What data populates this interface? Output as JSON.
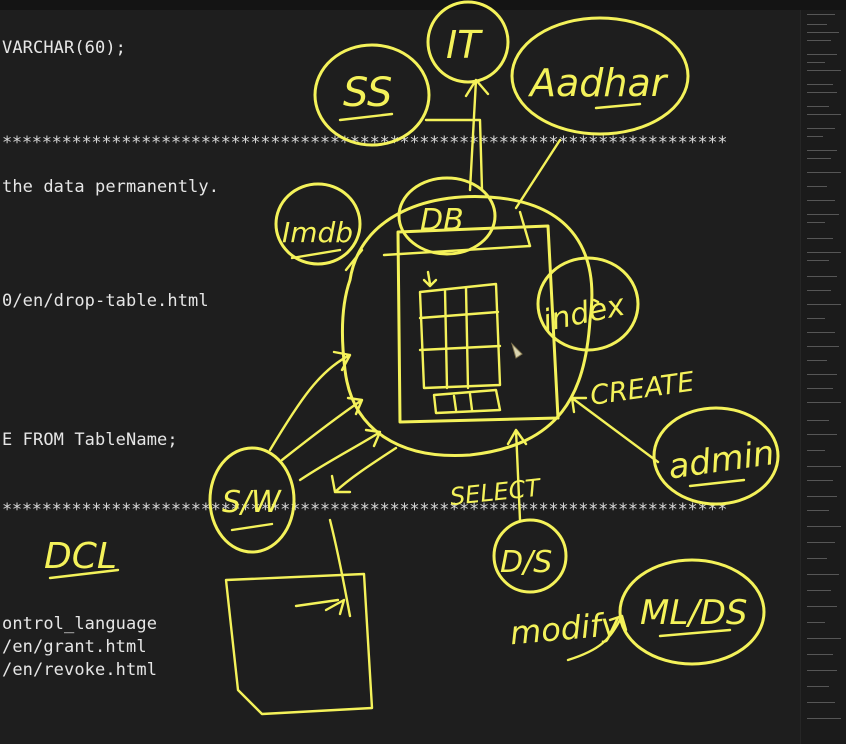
{
  "editor": {
    "lines": [
      "VARCHAR(60);",
      "*************************************************************************",
      "the data permanently.",
      "0/en/drop-table.html",
      "E FROM TableName;",
      "*************************************************************************",
      "ontrol_language",
      "/en/grant.html",
      "/en/revoke.html"
    ]
  },
  "annotations": {
    "ss": "SS",
    "it": "IT",
    "aadhar": "Aadhar",
    "imdb": "Imdb",
    "db": "DB",
    "index": "index",
    "create": "CREATE",
    "admin": "admin",
    "sw": "S/W",
    "select": "SELECT",
    "dcl": "DCL",
    "ds": "D/S",
    "modify": "modify",
    "mlds": "ML/DS"
  },
  "colors": {
    "ink": "#f4f25a",
    "background": "#1e1e1e",
    "text": "#e6e6e6"
  }
}
